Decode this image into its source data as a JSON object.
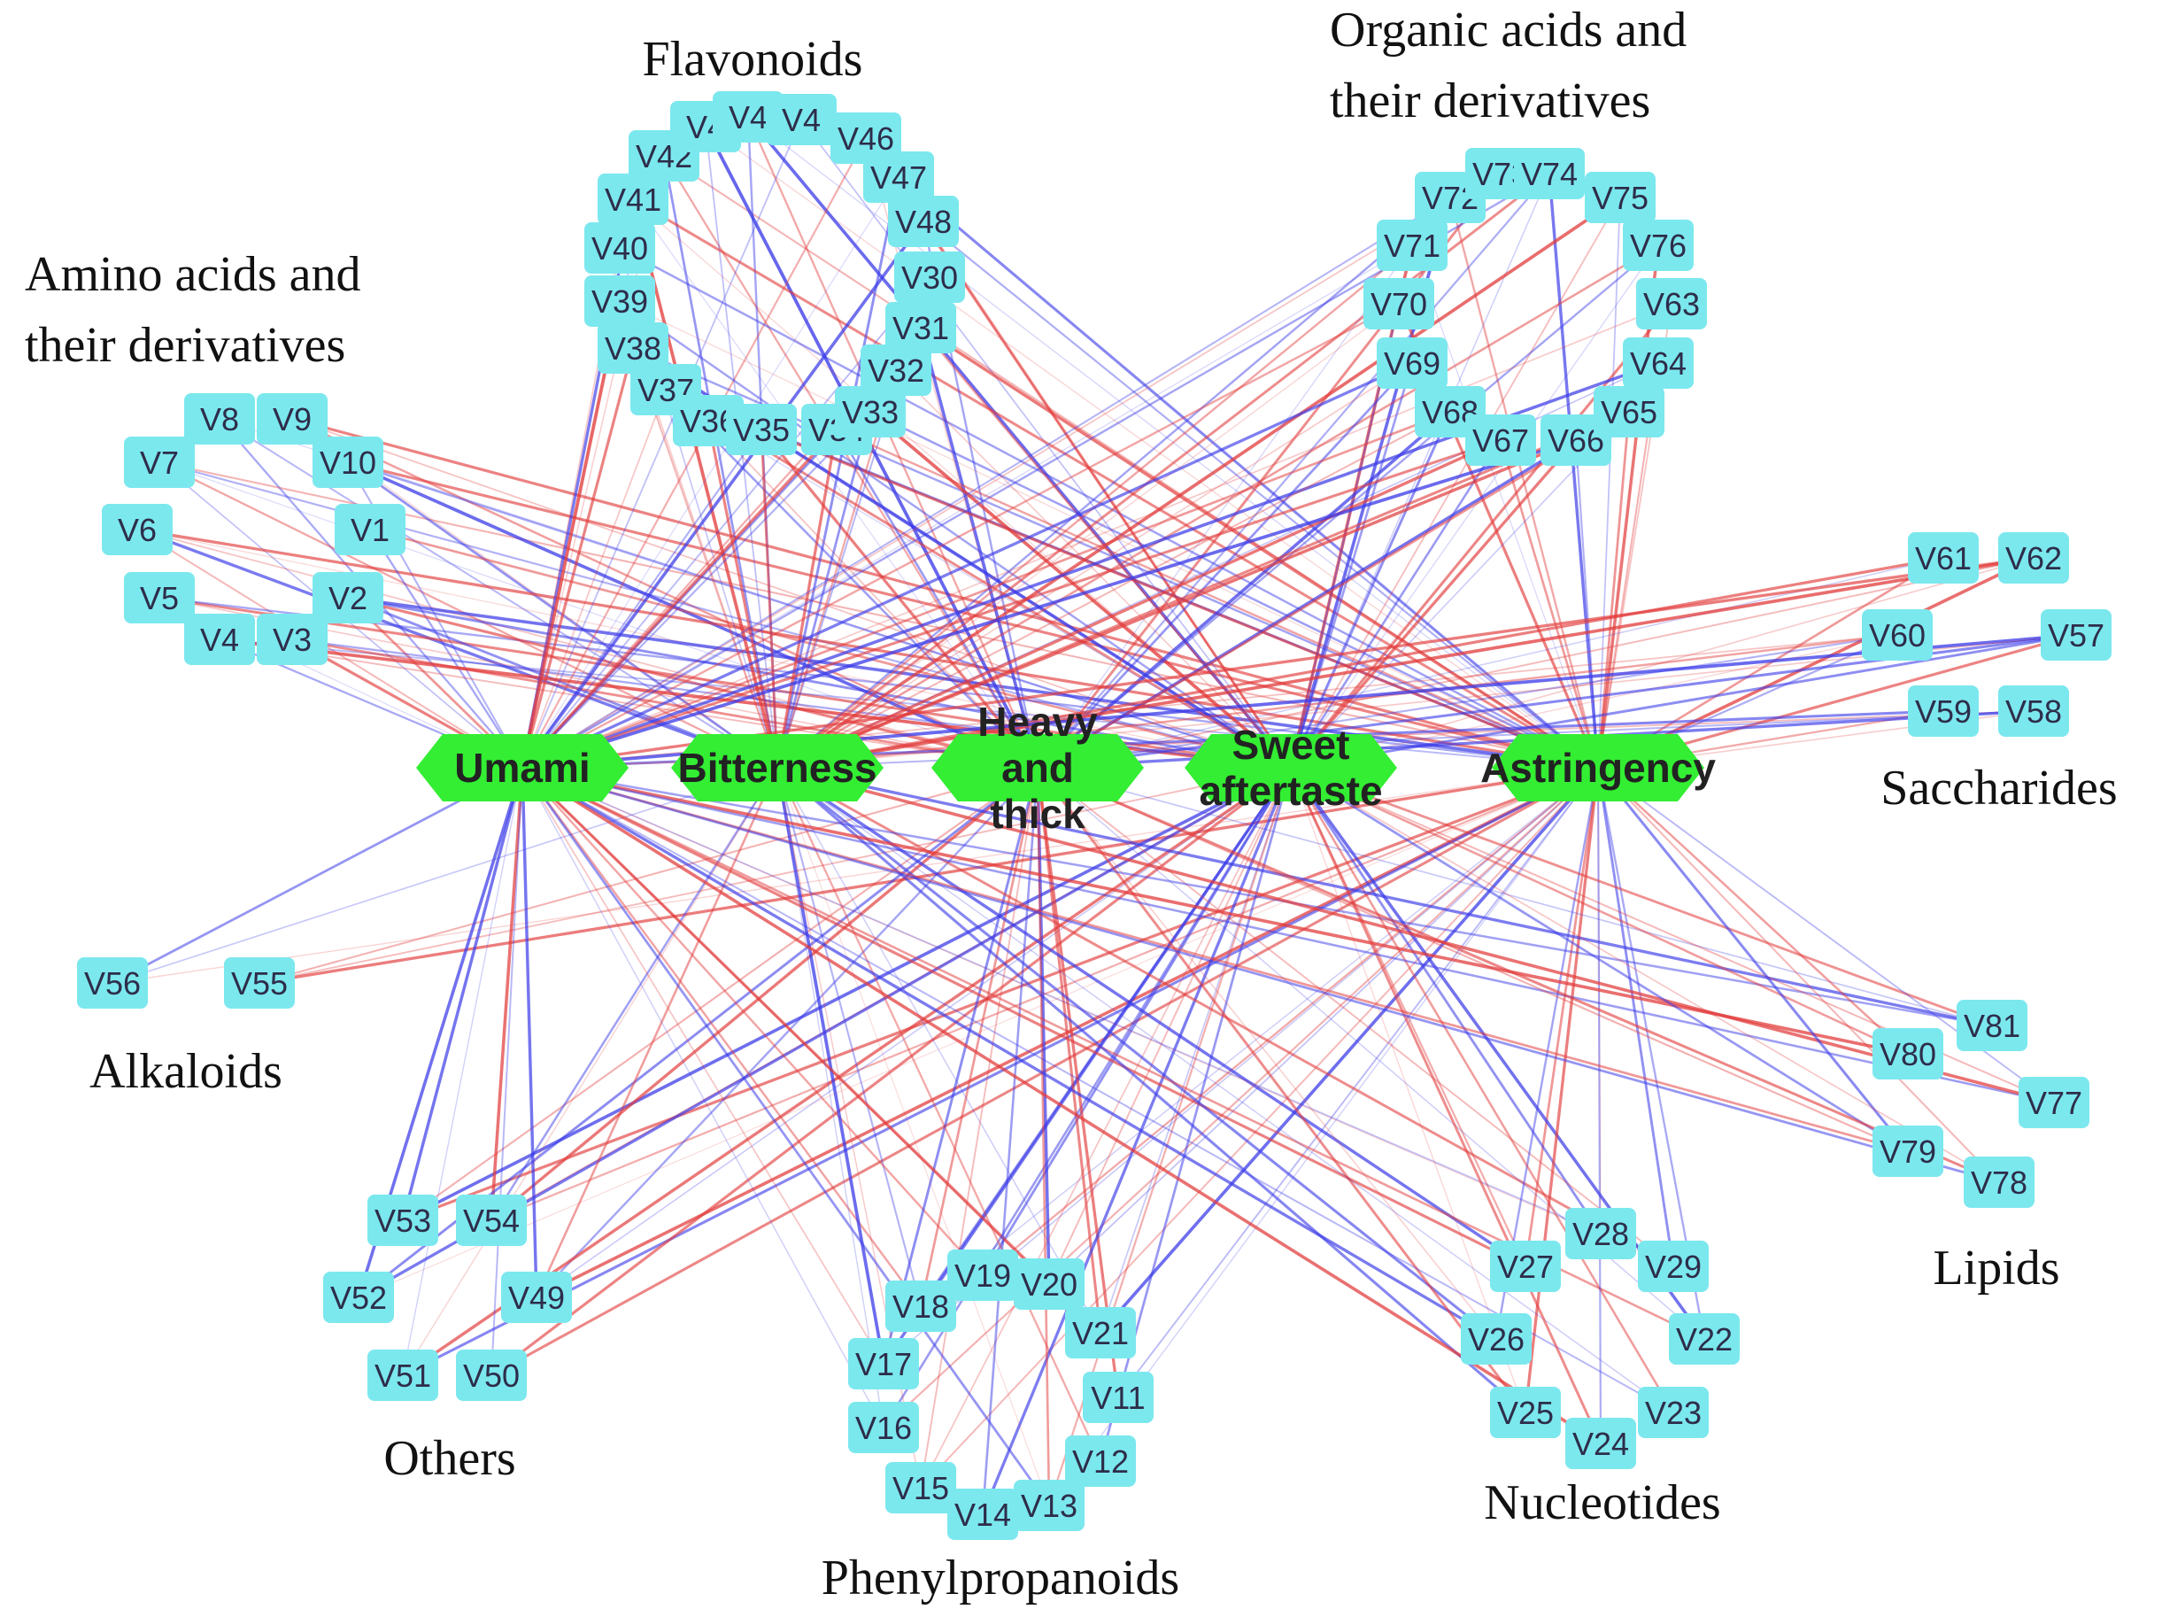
{
  "diagram": {
    "edge_colors": {
      "positive": "#e23b3b",
      "negative": "#3b3be8"
    },
    "node_colors": {
      "taste": "#33ee33",
      "metabolite": "#7be8ee"
    },
    "tastes": [
      {
        "id": "umami",
        "lines": [
          "Umami"
        ]
      },
      {
        "id": "bitterness",
        "lines": [
          "Bitterness"
        ]
      },
      {
        "id": "heavy-and-thick",
        "lines": [
          "Heavy",
          "and",
          "thick"
        ]
      },
      {
        "id": "sweet-aftertaste",
        "lines": [
          "Sweet",
          "aftertaste"
        ]
      },
      {
        "id": "astringency",
        "lines": [
          "Astringency"
        ]
      }
    ],
    "groups": [
      {
        "id": "amino-acids",
        "lines": [
          "Amino acids and",
          "their derivatives"
        ],
        "nodes": [
          "V8",
          "V9",
          "V7",
          "V10",
          "V6",
          "V1",
          "V5",
          "V2",
          "V4",
          "V3"
        ]
      },
      {
        "id": "flavonoids",
        "lines": [
          "Flavonoids"
        ],
        "nodes": [
          "V42",
          "V4",
          "V4",
          "V4",
          "V46",
          "V41",
          "V47",
          "V40",
          "V48",
          "V39",
          "V30",
          "V38",
          "V31",
          "V37",
          "V32",
          "V36",
          "V35",
          "V34",
          "V33"
        ]
      },
      {
        "id": "organic-acids",
        "lines": [
          "Organic acids and",
          "their derivatives"
        ],
        "nodes": [
          "V72",
          "V73",
          "V74",
          "V75",
          "V71",
          "V76",
          "V70",
          "V63",
          "V69",
          "V64",
          "V68",
          "V67",
          "V66",
          "V65"
        ]
      },
      {
        "id": "saccharides",
        "lines": [
          "Saccharides"
        ],
        "nodes": [
          "V61",
          "V62",
          "V60",
          "V57",
          "V59",
          "V58"
        ]
      },
      {
        "id": "alkaloids",
        "lines": [
          "Alkaloids"
        ],
        "nodes": [
          "V56",
          "V55"
        ]
      },
      {
        "id": "others",
        "lines": [
          "Others"
        ],
        "nodes": [
          "V53",
          "V54",
          "V52",
          "V49",
          "V51",
          "V50"
        ]
      },
      {
        "id": "phenylpropanoids",
        "lines": [
          "Phenylpropanoids"
        ],
        "nodes": [
          "V18",
          "V19",
          "V20",
          "V17",
          "V21",
          "V16",
          "V11",
          "V15",
          "V12",
          "V14",
          "V13"
        ]
      },
      {
        "id": "nucleotides",
        "lines": [
          "Nucleotides"
        ],
        "nodes": [
          "V27",
          "V28",
          "V29",
          "V26",
          "V22",
          "V25",
          "V23",
          "V24"
        ]
      },
      {
        "id": "lipids",
        "lines": [
          "Lipids"
        ],
        "nodes": [
          "V81",
          "V80",
          "V77",
          "V79",
          "V78"
        ]
      }
    ]
  }
}
